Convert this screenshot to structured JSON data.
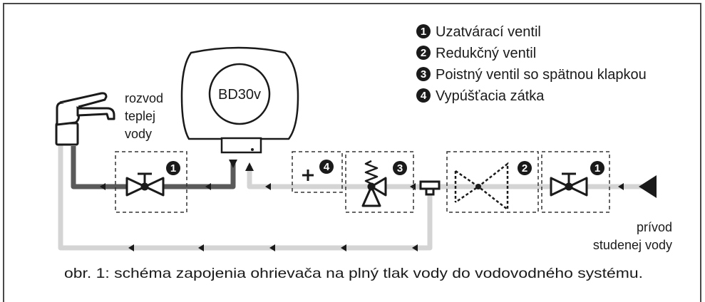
{
  "heater": {
    "model": "BD30v"
  },
  "labels": {
    "hot_water": [
      "rozvod",
      "teplej",
      "vody"
    ],
    "cold_water": [
      "prívod",
      "studenej vody"
    ]
  },
  "legend": [
    {
      "num": "1",
      "text": "Uzatvárací ventil"
    },
    {
      "num": "2",
      "text": "Redukčný ventil"
    },
    {
      "num": "3",
      "text": "Poistný ventil so spätnou klapkou"
    },
    {
      "num": "4",
      "text": "Vypúšťacia zátka"
    }
  ],
  "component_badges": {
    "shutoff_left": "1",
    "drain_plug": "4",
    "safety_valve": "3",
    "reducer": "2",
    "shutoff_right": "1"
  },
  "caption": "obr. 1: schéma zapojenia ohrievača na plný tlak vody do vodovodného systému.",
  "colors": {
    "hot_pipe": "#5a5a5a",
    "cold_pipe": "#d4d4d4",
    "ink": "#1a1a1a",
    "dashed_box": "#333333"
  }
}
